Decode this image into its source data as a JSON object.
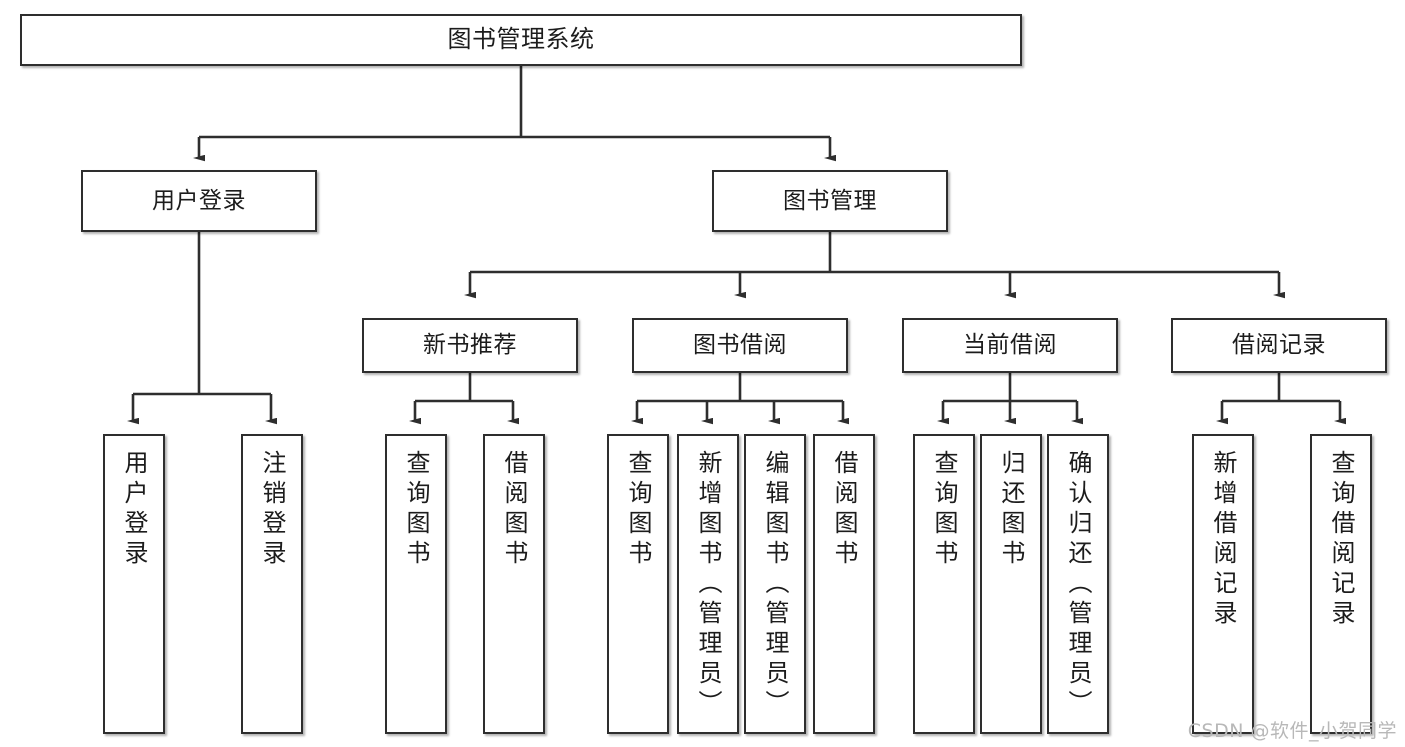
{
  "diagram": {
    "type": "tree-hierarchy-chart",
    "title": "图书管理系统",
    "line_color": "#2e2e2e",
    "box_fill": "#ffffff",
    "text_color": "#1c1c1c",
    "watermark": "CSDN @软件_小贺同学",
    "nodes": {
      "root": {
        "label": "图书管理系统"
      },
      "level2": [
        {
          "label": "用户登录"
        },
        {
          "label": "图书管理"
        }
      ],
      "level3": [
        {
          "label": "新书推荐"
        },
        {
          "label": "图书借阅"
        },
        {
          "label": "当前借阅"
        },
        {
          "label": "借阅记录"
        }
      ],
      "leaves": [
        {
          "label": "用户登录",
          "parent": "用户登录"
        },
        {
          "label": "注销登录",
          "parent": "用户登录"
        },
        {
          "label": "查询图书",
          "parent": "新书推荐"
        },
        {
          "label": "借阅图书",
          "parent": "新书推荐"
        },
        {
          "label": "查询图书",
          "parent": "图书借阅"
        },
        {
          "label": "新增图书（管理员）",
          "parent": "图书借阅"
        },
        {
          "label": "编辑图书（管理员）",
          "parent": "图书借阅"
        },
        {
          "label": "借阅图书",
          "parent": "图书借阅"
        },
        {
          "label": "查询图书",
          "parent": "当前借阅"
        },
        {
          "label": "归还图书",
          "parent": "当前借阅"
        },
        {
          "label": "确认归还（管理员）",
          "parent": "当前借阅"
        },
        {
          "label": "新增借阅记录",
          "parent": "借阅记录"
        },
        {
          "label": "查询借阅记录",
          "parent": "借阅记录"
        }
      ]
    }
  }
}
